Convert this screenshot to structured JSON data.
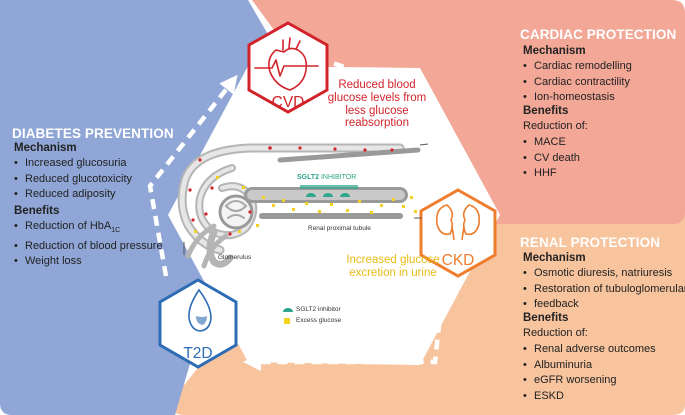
{
  "colors": {
    "diabetes": "#8fa6d6",
    "cardiac": "#f2a797",
    "renal": "#f7c49e",
    "cvd": "#d2232a",
    "ckd": "#ee7d2e",
    "t2d": "#2e6cb5",
    "glucose": "#f2d21b",
    "sglt2": "#2fa58a"
  },
  "nodes": {
    "cvd": {
      "label": "CVD",
      "icon": "heart-icon"
    },
    "ckd": {
      "label": "CKD",
      "icon": "kidneys-icon"
    },
    "t2d": {
      "label": "T2D",
      "icon": "glucose-drop-icon"
    }
  },
  "diabetes": {
    "title": "DIABETES PREVENTION",
    "mechanism_heading": "Mechanism",
    "mechanism": [
      "Increased glucosuria",
      "Reduced glucotoxicity",
      "Reduced adiposity"
    ],
    "benefits_heading": "Benefits",
    "hba1c_base": "Reduction of HbA",
    "hba1c_sub": "1C",
    "benefits_rest": [
      "Reduction of blood pressure",
      "Weight loss"
    ]
  },
  "cardiac": {
    "title": "CARDIAC PROTECTION",
    "mechanism_heading": "Mechanism",
    "mechanism": [
      "Cardiac remodelling",
      "Cardiac contractility",
      "Ion-homeostasis"
    ],
    "benefits_heading": "Benefits",
    "reduction": "Reduction of:",
    "benefits": [
      "MACE",
      "CV death",
      "HHF"
    ]
  },
  "renal": {
    "title": "RENAL PROTECTION",
    "mechanism_heading": "Mechanism",
    "mechanism": [
      "Osmotic diuresis, natriuresis",
      "Restoration of tubuloglomerular",
      "feedback"
    ],
    "benefits_heading": "Benefits",
    "reduction": "Reduction of:",
    "benefits": [
      "Renal adverse outcomes",
      "Albuminuria",
      "eGFR worsening",
      "ESKD"
    ]
  },
  "center": {
    "red_note": [
      "Reduced blood",
      "glucose levels from",
      "less glucose",
      "reabsorption"
    ],
    "yellow_note": [
      "Increased glucose",
      "excretion in urine"
    ],
    "sglt2_bold": "SGLT2",
    "sglt2_rest": " INHIBITOR",
    "glomerulus": "Glomerulus",
    "tubule": "Renal proximal tubule",
    "legend_sglt2": "SGLT2 inhibitor",
    "legend_glucose": "Excess glucose"
  }
}
